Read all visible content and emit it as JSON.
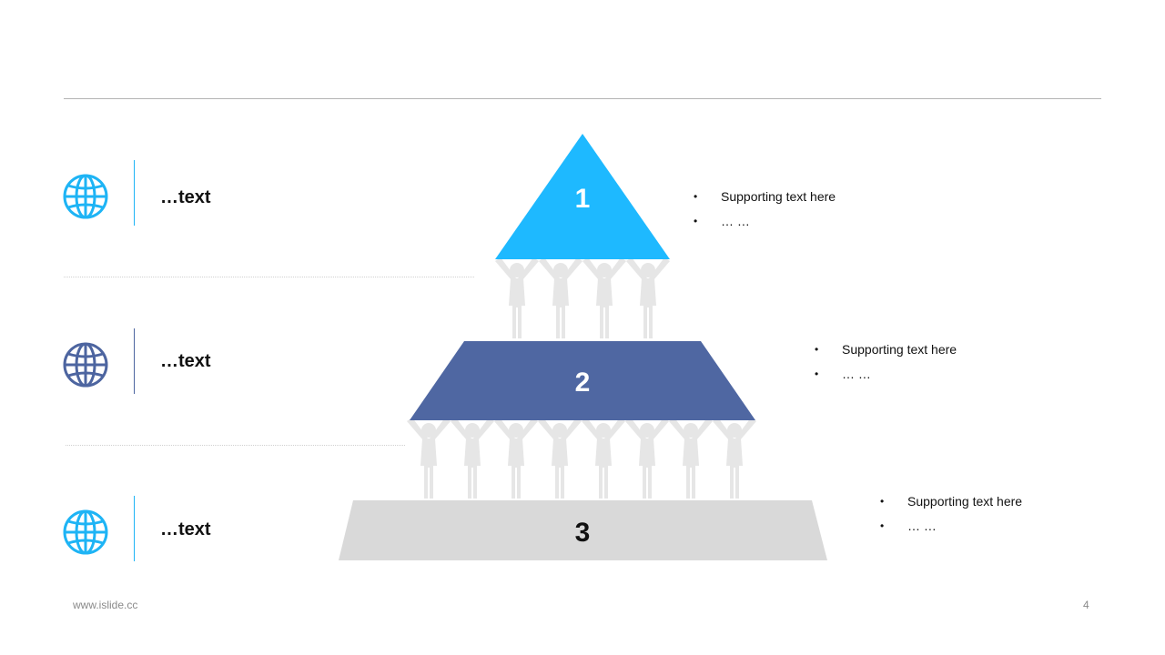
{
  "rows": [
    {
      "label": "…text",
      "icon": "globe-icon",
      "color": "#1EB4F5"
    },
    {
      "label": "…text",
      "icon": "globe-icon",
      "color": "#4D65A0"
    },
    {
      "label": "…text",
      "icon": "globe-icon",
      "color": "#1EB4F5"
    }
  ],
  "pyramid": {
    "levels": [
      {
        "number": "1",
        "color": "#1EB9FF",
        "text_color": "#FFFFFF"
      },
      {
        "number": "2",
        "color": "#4F67A2",
        "text_color": "#FFFFFF"
      },
      {
        "number": "3",
        "color": "#D9D9D9",
        "text_color": "#111111"
      }
    ],
    "figure_color": "#E6E6E6"
  },
  "supporting": [
    {
      "items": [
        "Supporting  text here",
        "… …"
      ]
    },
    {
      "items": [
        "Supporting  text here",
        "… …"
      ]
    },
    {
      "items": [
        "Supporting  text here",
        "… …"
      ]
    }
  ],
  "footer": {
    "url": "www.islide.cc",
    "page": "4"
  }
}
